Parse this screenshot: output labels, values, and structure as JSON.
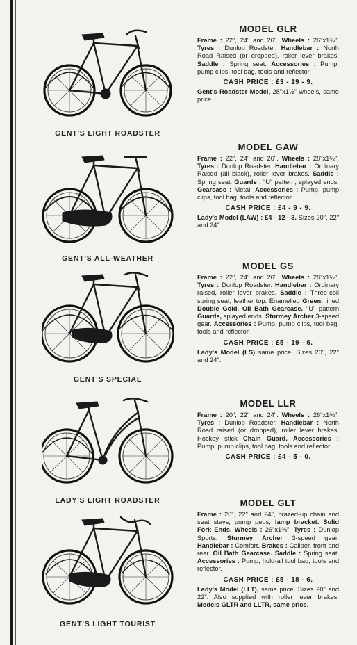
{
  "models": [
    {
      "caption": "GENT'S LIGHT ROADSTER",
      "title": "MODEL GLR",
      "spec_parts": [
        {
          "b": "Frame :"
        },
        {
          "t": " 22\", 24\" and 26\".  "
        },
        {
          "b": "Wheels :"
        },
        {
          "t": " 26\"x1⅜\".  "
        },
        {
          "b": "Tyres :"
        },
        {
          "t": " Dunlop Roadster. "
        },
        {
          "b": "Handlebar :"
        },
        {
          "t": " North Road Raised (or dropped), roller lever brakes.  "
        },
        {
          "b": "Saddle :"
        },
        {
          "t": " Spring seat.  "
        },
        {
          "b": "Accessories :"
        },
        {
          "t": " Pump, pump clips, tool bag, tools and reflector."
        }
      ],
      "price": "CASH PRICE :  £3 - 19 - 9.",
      "note_parts": [
        {
          "b": "Gent's Roadster Model,"
        },
        {
          "t": " 28\"x1½\" wheels, same price."
        }
      ]
    },
    {
      "caption": "GENT'S ALL-WEATHER",
      "title": "MODEL GAW",
      "spec_parts": [
        {
          "b": "Frame :"
        },
        {
          "t": " 22\", 24\" and 26\".  "
        },
        {
          "b": "Wheels :"
        },
        {
          "t": " 28\"x1½\".  "
        },
        {
          "b": "Tyres :"
        },
        {
          "t": " Dunlop Roadster. "
        },
        {
          "b": "Handlebar :"
        },
        {
          "t": " Ordinary Raised (all black), roller lever brakes.  "
        },
        {
          "b": "Saddle :"
        },
        {
          "t": " Spring seat.  "
        },
        {
          "b": "Guards :"
        },
        {
          "t": " \"U\" pattern, splayed ends.  "
        },
        {
          "b": "Gearcase :"
        },
        {
          "t": " Metal. "
        },
        {
          "b": "Accessories :"
        },
        {
          "t": " Pump, pump clips, tool bag, tools and reflector."
        }
      ],
      "price": "CASH PRICE :  £4 - 9 - 9.",
      "note_parts": [
        {
          "b": "Lady's Model (LAW) :  £4 - 12 - 3."
        },
        {
          "t": " Sizes 20\", 22\" and 24\"."
        }
      ]
    },
    {
      "caption": "GENT'S SPECIAL",
      "title": "MODEL GS",
      "spec_parts": [
        {
          "b": "Frame :"
        },
        {
          "t": " 22\", 24\" and 26\".  "
        },
        {
          "b": "Wheels :"
        },
        {
          "t": " 28\"x1½\".  "
        },
        {
          "b": "Tyres :"
        },
        {
          "t": " Dunlop Roadster. "
        },
        {
          "b": "Handlebar :"
        },
        {
          "t": " Ordinary raised, roller lever brakes. "
        },
        {
          "b": "Saddle :"
        },
        {
          "t": " Three-coil spring seat, leather top.  Enamelled "
        },
        {
          "b": "Green,"
        },
        {
          "t": " lined "
        },
        {
          "b": "Double Gold.  Oil Bath Gearcase."
        },
        {
          "t": "  \"U\" pattern "
        },
        {
          "b": "Guards,"
        },
        {
          "t": " splayed ends.  "
        },
        {
          "b": "Sturmey Archer"
        },
        {
          "t": " 3-speed gear. "
        },
        {
          "b": "Accessories :"
        },
        {
          "t": " Pump, pump clips, tool bag, tools and reflector."
        }
      ],
      "price": "CASH PRICE :  £5 - 19 - 6.",
      "note_parts": [
        {
          "b": "Lady's Model (LS)"
        },
        {
          "t": " same price.  Sizes 20\", 22\" and 24\"."
        }
      ]
    },
    {
      "caption": "LADY'S LIGHT ROADSTER",
      "title": "MODEL LLR",
      "spec_parts": [
        {
          "b": "Frame :"
        },
        {
          "t": " 20\", 22\" and 24\".  "
        },
        {
          "b": "Wheels :"
        },
        {
          "t": " 26\"x1⅜\".  "
        },
        {
          "b": "Tyres :"
        },
        {
          "t": " Dunlop Roadster. "
        },
        {
          "b": "Handlebar :"
        },
        {
          "t": " North Road raised (or dropped), roller lever brakes.  Hockey stick "
        },
        {
          "b": "Chain Guard."
        },
        {
          "t": "  "
        },
        {
          "b": "Accessories :"
        },
        {
          "t": " Pump, pump clips, tool bag, tools and reflector."
        }
      ],
      "price": "CASH PRICE :  £4 - 5 - 0.",
      "note_parts": []
    },
    {
      "caption": "GENT'S LIGHT TOURIST",
      "title": "MODEL GLT",
      "spec_parts": [
        {
          "b": "Frame :"
        },
        {
          "t": " 20\", 22\" and 24\", brazed-up chain and seat stays, pump pegs, "
        },
        {
          "b": "lamp bracket.  Solid Fork Ends.  Wheels :"
        },
        {
          "t": " 26\"x1⅜\".  "
        },
        {
          "b": "Tyres :"
        },
        {
          "t": " Dunlop Sports. "
        },
        {
          "b": "Sturmey Archer"
        },
        {
          "t": " 3-speed gear. "
        },
        {
          "b": "Handlebar :"
        },
        {
          "t": " Comfort.  "
        },
        {
          "b": "Brakes :"
        },
        {
          "t": " Caliper, front and rear.  "
        },
        {
          "b": "Oil Bath Gearcase."
        },
        {
          "t": "  "
        },
        {
          "b": "Saddle :"
        },
        {
          "t": " Spring seat. "
        },
        {
          "b": "Accessories :"
        },
        {
          "t": " Pump, hold-all tool bag, tools and reflector."
        }
      ],
      "price": "CASH PRICE :  £5 - 18 - 6.",
      "note_parts": [
        {
          "b": "Lady's Model (LLT),"
        },
        {
          "t": " same price.  Sizes 20\" and 22\".  Also supplied with roller lever brakes. "
        },
        {
          "b": "Models GLTR and LLTR, same price."
        }
      ]
    }
  ]
}
